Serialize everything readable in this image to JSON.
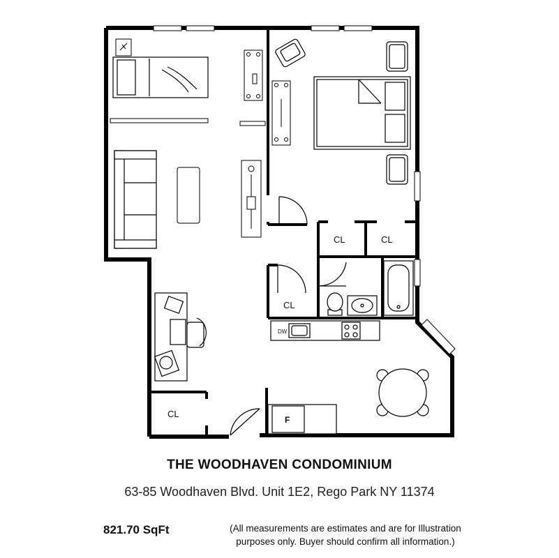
{
  "labels": {
    "closet_1": "CL",
    "closet_2": "CL",
    "closet_3": "CL",
    "closet_4": "CL",
    "dishwasher": "DW",
    "fridge": "F"
  },
  "footer": {
    "title": "THE WOODHAVEN CONDOMINIUM",
    "address": "63-85 Woodhaven Blvd. Unit 1E2, Rego Park NY 11374",
    "area": "821.70 SqFt",
    "disclaimer_line1": "(All measurements are estimates and are for Illustration",
    "disclaimer_line2": "purposes only. Buyer should confirm all information.)"
  }
}
